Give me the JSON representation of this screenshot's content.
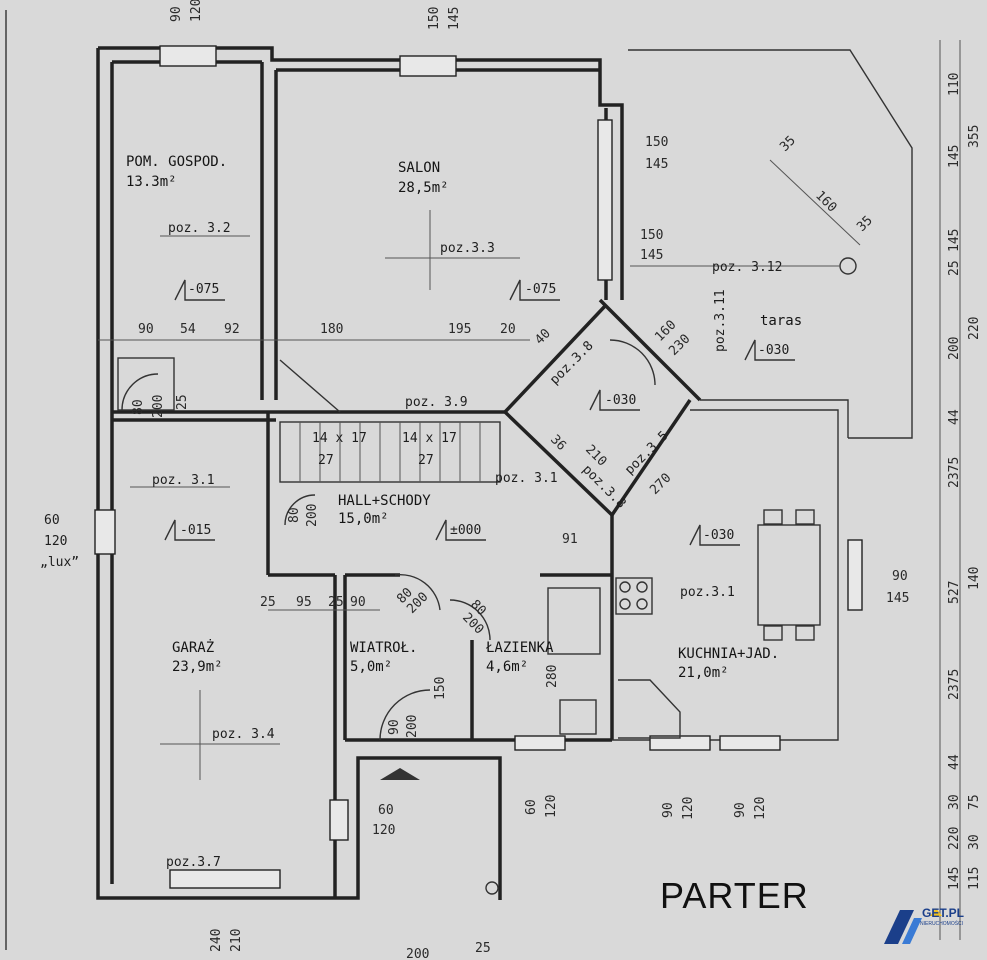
{
  "title": "PARTER",
  "logo": {
    "name": "GET.PL",
    "sub": "NIERUCHOMOŚCI"
  },
  "rooms": [
    {
      "name": "POM. GOSPOD.",
      "area": "13.3m²",
      "poz": "poz. 3.2",
      "level": "-075"
    },
    {
      "name": "SALON",
      "area": "28,5m²",
      "poz": "poz.3.3",
      "level": "-075"
    },
    {
      "name": "HALL+SCHODY",
      "area": "15,0m²",
      "poz": "poz. 3.1",
      "level": "±000"
    },
    {
      "name": "GARAŻ",
      "area": "23,9m²",
      "poz": "poz. 3.4",
      "level": "-015"
    },
    {
      "name": "WIATROŁ.",
      "area": "5,0m²"
    },
    {
      "name": "ŁAZIENKA",
      "area": "4,6m²"
    },
    {
      "name": "KUCHNIA+JAD.",
      "area": "21,0m²",
      "poz": "poz.3.1",
      "level": "-030"
    },
    {
      "name": "taras",
      "poz": "poz.3.11",
      "level": "-030"
    }
  ],
  "labels": {
    "poz_garage_top": "poz. 3.1",
    "poz_39": "poz. 3.9",
    "poz_38": "poz.3.8",
    "poz_35": "poz.3.5",
    "poz_312": "poz. 3.12",
    "poz_37": "poz.3.7",
    "poz_38b": "poz.3.8",
    "level_hall_diag": "-030",
    "stairs_a": "14 x 17",
    "stairs_a2": "27",
    "stairs_b": "14 x 17",
    "stairs_b2": "27",
    "lux": "„lux”",
    "d_60_120": "60",
    "d_60_120b": "120"
  },
  "dims": {
    "top_left": [
      "90",
      "120"
    ],
    "top_mid": [
      "150",
      "145"
    ],
    "right_150_145_a": [
      "150",
      "145"
    ],
    "right_150_145_b": [
      "150",
      "145"
    ],
    "diag_160": "160",
    "diag_35a": "35",
    "diag_35b": "35",
    "row1": [
      "90",
      "54",
      "92",
      "180",
      "195",
      "20"
    ],
    "diag_160_230": [
      "160",
      "230"
    ],
    "diag_210_270": [
      "210",
      "270"
    ],
    "diag_40_36": [
      "40",
      "36"
    ],
    "small_80_200": [
      "80",
      "200"
    ],
    "small_25": "25",
    "door_80_200_hall": [
      "80",
      "200"
    ],
    "d91": "91",
    "row2": [
      "25",
      "95",
      "25",
      "90"
    ],
    "door_80_200_a": [
      "80",
      "200"
    ],
    "door_80_200_b": [
      "80",
      "200"
    ],
    "d150": "150",
    "d280": "280",
    "door_90_200": [
      "90",
      "200"
    ],
    "win_60_120": [
      "60",
      "120"
    ],
    "win_90_145": [
      "90",
      "145"
    ],
    "win_90_120_a": [
      "90",
      "120"
    ],
    "win_90_120_b": [
      "90",
      "120"
    ],
    "win_60_120_entry": [
      "60",
      "120"
    ],
    "win_60_120_bottom": [
      "60",
      "120"
    ],
    "bottom_240_210": [
      "240",
      "210"
    ],
    "bottom_200": "200",
    "bottom_25": "25",
    "right_side": [
      "110",
      "145",
      "355",
      "145",
      "25",
      "220",
      "200",
      "44",
      "2375",
      "527",
      "140",
      "2375",
      "44",
      "30",
      "75",
      "220",
      "30",
      "145",
      "115"
    ]
  }
}
